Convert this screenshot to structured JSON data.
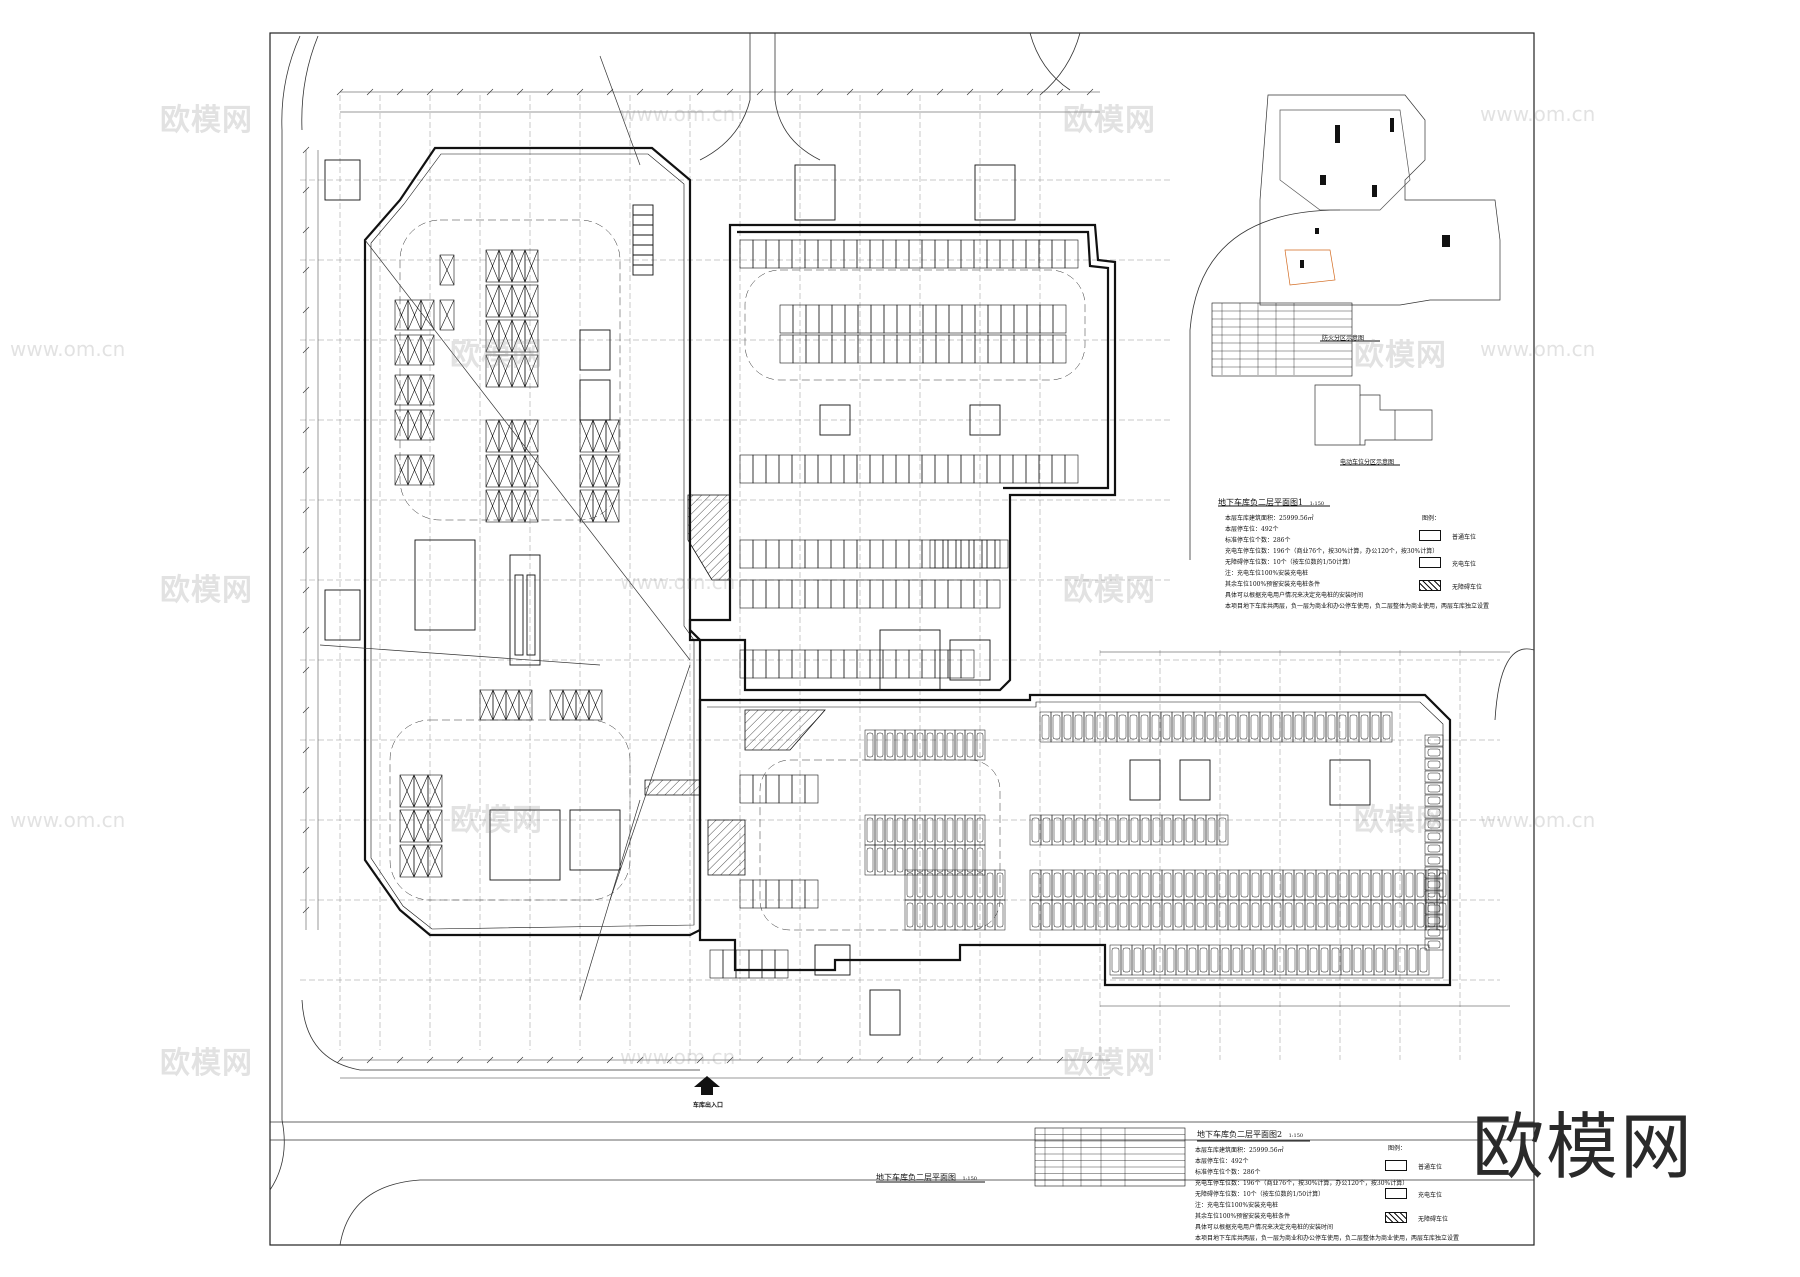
{
  "plan_main": {
    "title": "地下车库负二层平面图",
    "scale": "1:150"
  },
  "plan_1": {
    "title": "地下车库负二层平面图1",
    "scale": "1:150",
    "notes": [
      "本层车库建筑面积：25999.56㎡",
      "本层停车位：492个",
      "标准停车位个数：286个",
      "充电车停车位数：196个（商业76个，按30%计算，办公120个，按30%计算）",
      "无障碍停车位数：10个（按车位数的1/50计算）",
      "注：充电车位100%安装充电桩",
      "其余车位100%预留安装充电桩条件",
      "具体可以根据充电用户情况来决定充电桩的安装时间",
      "本项目地下车库共两层，负一层为商业和办公停车使用，负二层整体为商业使用，两层车库独立设置"
    ]
  },
  "plan_2": {
    "title": "地下车库负二层平面图2",
    "scale": "1:150",
    "notes": [
      "本层车库建筑面积：25999.56㎡",
      "本层停车位：492个",
      "标准停车位个数：286个",
      "充电车停车位数：196个（商业76个，按30%计算，办公120个，按30%计算）",
      "无障碍停车位数：10个（按车位数的1/50计算）",
      "注：充电车位100%安装充电桩",
      "其余车位100%预留安装充电桩条件",
      "具体可以根据充电用户情况来决定充电桩的安装时间",
      "本项目地下车库共两层，负一层为商业和办公停车使用，负二层整体为商业使用，两层车库独立设置"
    ]
  },
  "legend": {
    "heading": "图例：",
    "items": [
      "普通车位",
      "充电车位",
      "无障碍车位"
    ]
  },
  "key_plans": {
    "fire_zone": "防火分区示意图",
    "ev_zone": "电动车位分区示意图"
  },
  "entrance": {
    "label": "车库出入口"
  },
  "watermark": {
    "text": "欧模网",
    "url": "www.om.cn"
  },
  "brand": {
    "text": "欧模网"
  }
}
